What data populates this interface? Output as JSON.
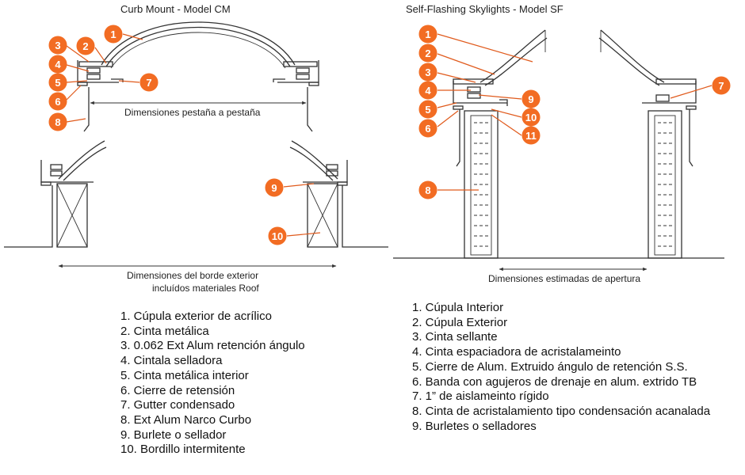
{
  "left": {
    "title": "Curb Mount - Model CM",
    "dim_top": "Dimensiones pestaña a pestaña",
    "dim_bottom_line1": "Dimensiones del borde exterior",
    "dim_bottom_line2": "incluídos materiales Roof",
    "legend": [
      "1. Cúpula exterior de acrílico",
      "2. Cinta metálica",
      "3. 0.062 Ext Alum retención ángulo",
      "4. Cintala selladora",
      "5. Cinta metálica interior",
      "6. Cierre de retensión",
      "7. Gutter condensado",
      "8. Ext Alum Narco Curbo",
      "9. Burlete o sellador",
      "10. Bordillo intermitente"
    ],
    "callouts": [
      "1",
      "2",
      "3",
      "4",
      "5",
      "6",
      "7",
      "8",
      "9",
      "10"
    ]
  },
  "right": {
    "title": "Self-Flashing Skylights - Model SF",
    "dim": "Dimensiones estimadas de apertura",
    "legend": [
      "1. Cúpula Interior",
      "2. Cúpula Exterior",
      "3. Cinta sellante",
      "4. Cinta espaciadora de acristalameinto",
      "5. Cierre de Alum. Extruido ángulo de retención S.S.",
      "6. Banda con agujeros de drenaje en alum. extrido TB",
      "7. 1” de aislameinto rígido",
      "8.  Cinta de acristalamiento tipo condensación acanalada",
      "9. Burletes o selladores"
    ],
    "callouts": [
      "1",
      "2",
      "3",
      "4",
      "5",
      "6",
      "7",
      "8",
      "9",
      "10",
      "11"
    ]
  },
  "colors": {
    "badge": "#f26c23",
    "line": "#333333",
    "text": "#222222"
  }
}
